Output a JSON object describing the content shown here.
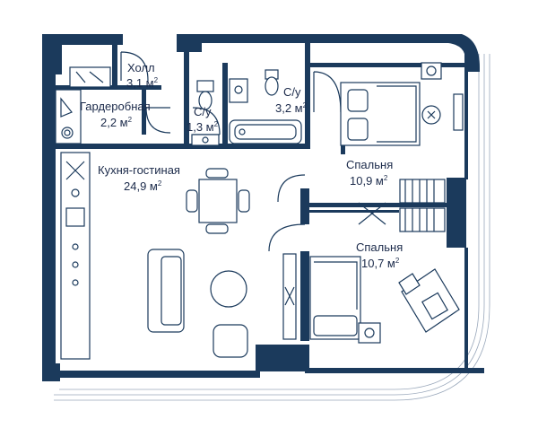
{
  "colors": {
    "wall": "#1b3a5c",
    "text": "#1b2a4a",
    "background": "#ffffff"
  },
  "rooms": [
    {
      "id": "hall",
      "name": "Холл",
      "area": "3,1 м",
      "unit_sup": "2"
    },
    {
      "id": "wardrobe",
      "name": "Гардеробная",
      "area": "2,2 м",
      "unit_sup": "2"
    },
    {
      "id": "bath-small",
      "name": "С/у",
      "area": "1,3 м",
      "unit_sup": "2"
    },
    {
      "id": "bath-large",
      "name": "С/у",
      "area": "3,2 м",
      "unit_sup": "2"
    },
    {
      "id": "kitchen-living",
      "name": "Кухня-гостиная",
      "area": "24,9 м",
      "unit_sup": "2"
    },
    {
      "id": "bedroom-1",
      "name": "Спальня",
      "area": "10,9 м",
      "unit_sup": "2"
    },
    {
      "id": "bedroom-2",
      "name": "Спальня",
      "area": "10,7 м",
      "unit_sup": "2"
    }
  ],
  "icons": [
    "toilet-icon",
    "sink-icon",
    "bathtub-icon",
    "shower-icon",
    "washing-machine-icon",
    "bed-icon",
    "table-icon",
    "chair-icon",
    "sofa-icon",
    "stove-icon",
    "desk-icon",
    "wardrobe-icon"
  ]
}
